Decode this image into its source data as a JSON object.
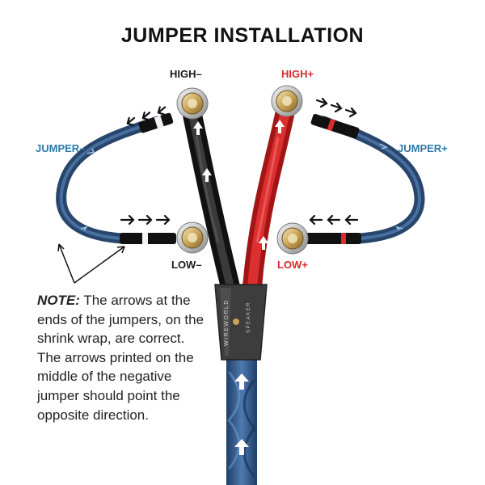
{
  "title": "JUMPER INSTALLATION",
  "labels": {
    "high_neg": "HIGH–",
    "high_pos": "HIGH+",
    "low_neg": "LOW–",
    "low_pos": "LOW+",
    "jumper_neg": "JUMPER–",
    "jumper_pos": "JUMPER+"
  },
  "note": {
    "heading": "NOTE:",
    "body": "The arrows at the ends of the jumpers, on the shrink wrap, are correct. The arrows printed on the middle of the negative jumper should point the opposite direction."
  },
  "brand": {
    "name": "WIREWORLD",
    "product": "SPEAKER"
  },
  "colors": {
    "label_black": "#1a1a1a",
    "label_red": "#d42a2a",
    "label_blue": "#2e79a8",
    "cable_blue": "#3a5d82",
    "cable_red": "#d62a2a",
    "cable_black": "#2a2a2a"
  }
}
